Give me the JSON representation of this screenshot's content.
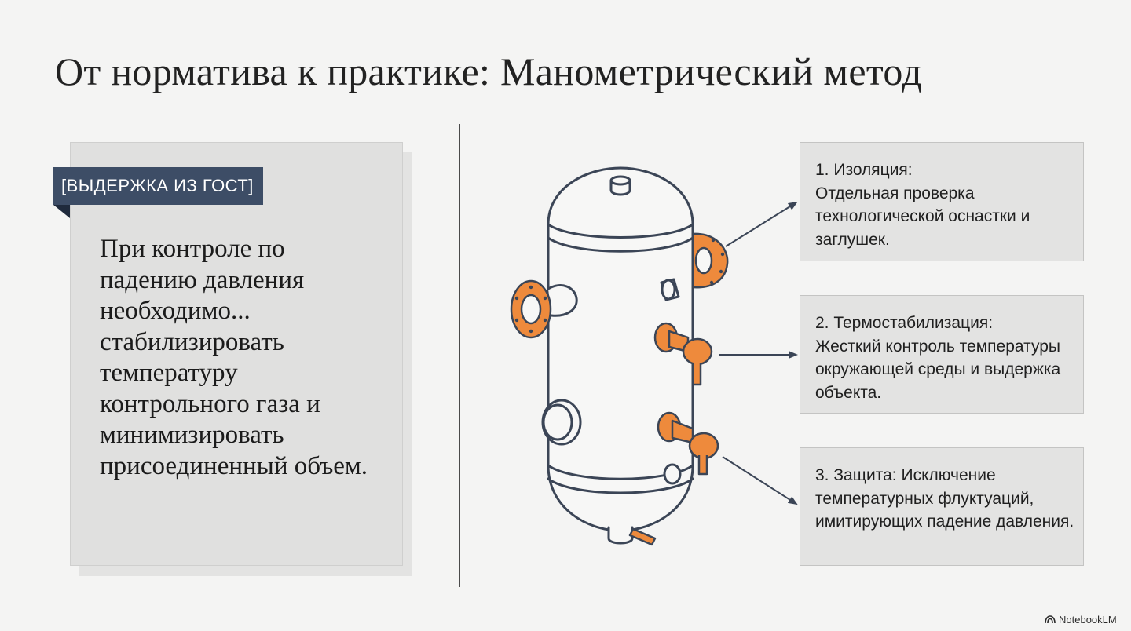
{
  "slide": {
    "title": "От норматива к практике: Манометрический метод"
  },
  "quote": {
    "tag": "[ВЫДЕРЖКА ИЗ ГОСТ]",
    "text": "При контроле по падению давления необходимо... стабилизировать температуру контрольного газа и минимизировать присоединенный объем."
  },
  "steps": [
    {
      "title": "1. Изоляция:",
      "text": "Отдельная проверка технологической оснастки и заглушек."
    },
    {
      "title": "2. Термостабилизация:",
      "text": "Жесткий контроль температуры окружающей среды и выдержка объекта."
    },
    {
      "title": "3. Защита:",
      "text": "Исключение температурных флуктуаций, имитирующих падение давления."
    }
  ],
  "illustration": {
    "icon": "pressure-vessel-icon",
    "accent_color": "#ee8a3c",
    "line_color": "#3b4556"
  },
  "brand": {
    "label": "NotebookLM",
    "icon": "notebooklm-logo-icon"
  }
}
